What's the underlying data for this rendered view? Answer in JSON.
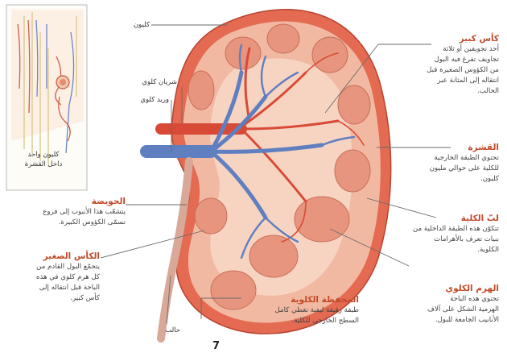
{
  "labels": {
    "nephron": "كليون",
    "renal_artery": "شريان كلوي",
    "renal_vein": "وريد كلوي",
    "ureter": "حالب",
    "page_number": "7"
  },
  "inset": {
    "caption_line1": "كليون واحد",
    "caption_line2": "داخل القشرة"
  },
  "callouts": {
    "major_calyx": {
      "title": "كأس كبير",
      "lines": [
        "أحد تجويفين أو ثلاثة",
        "تجاويف تفرغ فيه البول",
        "من الكؤوس الصغيرة قبل",
        "انتقاله إلى المثانة عبر",
        "الحالب."
      ]
    },
    "cortex": {
      "title": "القشرة",
      "lines": [
        "تحتوي الطبقة الخارجية",
        "للكلية على حوالي مليون",
        "كليون."
      ]
    },
    "medulla": {
      "title": "لبّ الكلية",
      "lines": [
        "تتكوّن هذه الطبقة الداخلية من",
        "بنيات تعرف بالأهرامات",
        "الكلوية."
      ]
    },
    "pyramid": {
      "title": "الهرم الكلوي",
      "lines": [
        "تحتوي هذه الباحة",
        "الهرمية الشكل على آلاف",
        "الأنابيب الجامعة للبول."
      ]
    },
    "capsule": {
      "title": "المحفظة الكلوية",
      "lines": [
        "طبقة رقيقة ليفية تغطي كامل",
        "السطح الخارجي للكلية."
      ]
    },
    "pelvis": {
      "title": "الحويضة",
      "lines": [
        "يتشعّب هذا الأنبوب إلى فروع",
        "تسمّى الكؤوس الكبيرة."
      ]
    },
    "minor_calyx": {
      "title": "الكأس الصغير",
      "lines": [
        "يتجمّع البول القادم من",
        "كل هرم كلوي في هذه",
        "الباحة قبل انتقاله إلى",
        "كأس كبير."
      ]
    }
  },
  "colors": {
    "cortex": "#f2b9a2",
    "capsule": "#e46a52",
    "pyramid": "#e7957e",
    "artery": "#d94a36",
    "vein": "#5f7fc0",
    "leader": "#6a6a6a"
  }
}
